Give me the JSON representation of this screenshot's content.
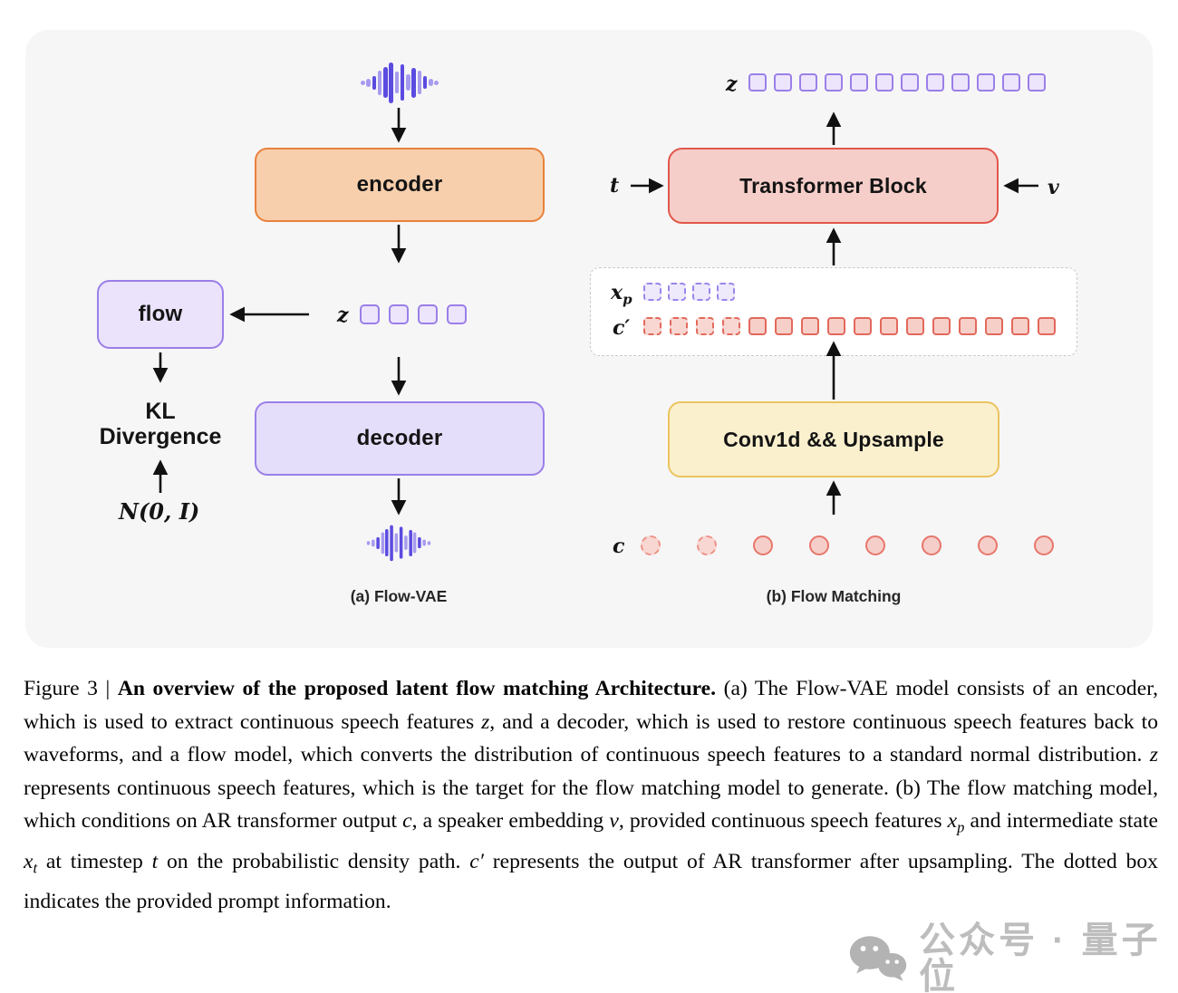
{
  "figure": {
    "panel_a": {
      "caption": "(a) Flow-VAE",
      "encoder": "encoder",
      "decoder": "decoder",
      "flow": "flow",
      "kl_line1": "KL",
      "kl_line2": "Divergence",
      "noise": "N(0, I)",
      "z_label": "z",
      "z_token_count": 4
    },
    "panel_b": {
      "caption": "(b) Flow Matching",
      "transformer": "Transformer Block",
      "conv": "Conv1d && Upsample",
      "z_label": "z",
      "t_label": "t",
      "v_label": "v",
      "xp_base": "x",
      "xp_sub": "p",
      "cprime_label": "c′",
      "c_label": "c",
      "z_token_count": 12,
      "xp_dashed_count": 4,
      "cprime_dashed_count": 4,
      "cprime_solid_count": 12,
      "c_dashed_count": 2,
      "c_solid_count": 6
    }
  },
  "waveform_icon": {
    "bar_heights": [
      5,
      9,
      15,
      27,
      34,
      45,
      24,
      40,
      18,
      33,
      26,
      14,
      8,
      5
    ],
    "bar_tones": [
      "l",
      "l",
      "d",
      "l",
      "d",
      "d",
      "l",
      "d",
      "l",
      "d",
      "l",
      "d",
      "l",
      "l"
    ]
  },
  "colors": {
    "panel_bg": "#f6f6f7",
    "encoder_fill": "#f8cfac",
    "encoder_border": "#e8823c",
    "purple_fill": "#eae3fb",
    "purple_border": "#9b7fe8",
    "decoder_fill": "#e5defa",
    "red_fill": "#f6cec9",
    "red_border": "#e2574b",
    "yellow_fill": "#fbf0ce",
    "yellow_border": "#ebc45f",
    "token_purple_fill": "#ece5fb",
    "salmon": "#e8766b",
    "wave_dark": "#5b4be0",
    "wave_light": "#a79bef",
    "watermark_gray": "#b2b2b2"
  },
  "caption": {
    "segments": [
      {
        "t": "Figure 3 | ",
        "s": "n"
      },
      {
        "t": "An overview of the proposed latent flow matching Architecture.",
        "s": "b"
      },
      {
        "t": " (a) The Flow-VAE model consists of an encoder, which is used to extract continuous speech features ",
        "s": "n"
      },
      {
        "t": "z",
        "s": "i"
      },
      {
        "t": ", and a decoder, which is used to restore continuous speech features back to waveforms, and a flow model, which converts the distribution of continuous speech features to a standard normal distribution. ",
        "s": "n"
      },
      {
        "t": "z",
        "s": "i"
      },
      {
        "t": " represents continuous speech features, which is the target for the flow matching model to generate. (b) The flow matching model, which conditions on AR transformer output ",
        "s": "n"
      },
      {
        "t": "c",
        "s": "i"
      },
      {
        "t": ", a speaker embedding ",
        "s": "n"
      },
      {
        "t": "v",
        "s": "i"
      },
      {
        "t": ", provided continuous speech features ",
        "s": "n"
      },
      {
        "t": "x",
        "s": "i",
        "sub": "p"
      },
      {
        "t": " and intermediate state ",
        "s": "n"
      },
      {
        "t": "x",
        "s": "i",
        "sub": "t"
      },
      {
        "t": " at timestep ",
        "s": "n"
      },
      {
        "t": "t",
        "s": "i"
      },
      {
        "t": " on the probabilistic density path. ",
        "s": "n"
      },
      {
        "t": "c′",
        "s": "i"
      },
      {
        "t": " represents the output of AR transformer after upsampling. The dotted box indicates the provided prompt information.",
        "s": "n"
      }
    ]
  },
  "watermark": {
    "text": "公众号 · 量子位"
  }
}
